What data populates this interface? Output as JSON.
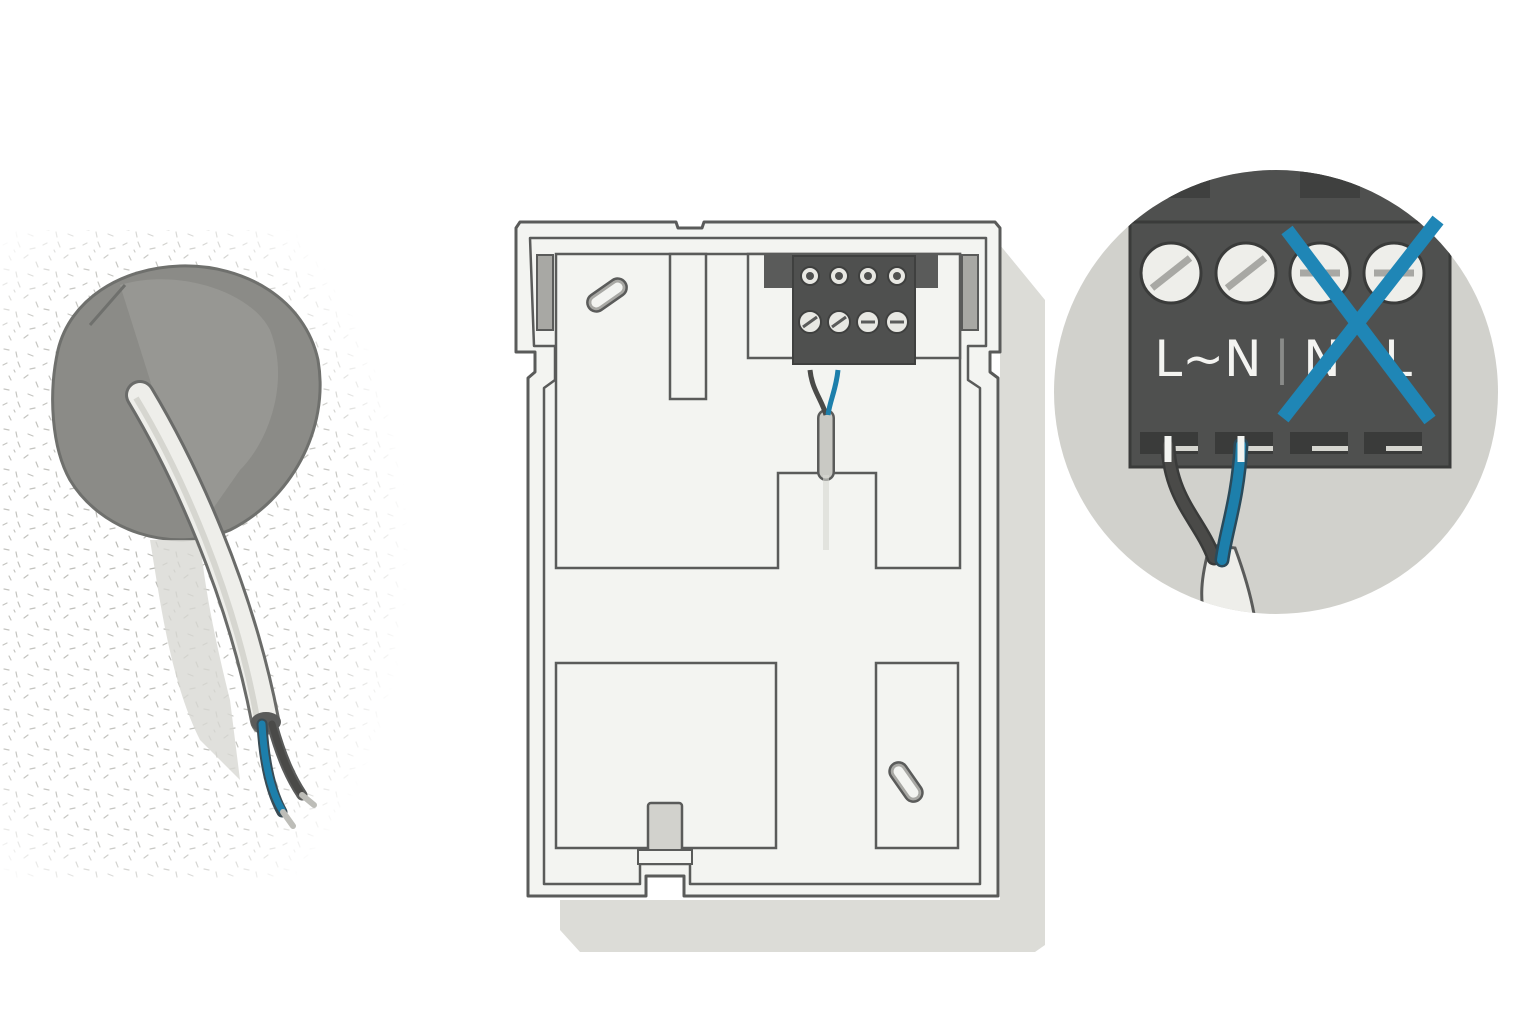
{
  "panels": [
    {
      "id": "wall-cable",
      "description_visible": false
    },
    {
      "id": "mounting-plate",
      "description_visible": false
    },
    {
      "id": "terminal-zoom",
      "description_visible": false
    }
  ],
  "terminal_zoom": {
    "labels": {
      "left": "L~N",
      "divider": "|",
      "right_n": "N",
      "right_l": "L"
    },
    "terminals_used": 2,
    "terminals_total": 4
  },
  "colors": {
    "outline": "#5a5b5a",
    "plate_fill": "#f3f4f1",
    "plate_shadow": "#dcdcd7",
    "wall_hole": "#8b8b87",
    "terminal_block": "#4f504f",
    "wire_blue": "#1d7fab",
    "wire_black": "#4a4a48",
    "cross_blue": "#1f86b6",
    "zoom_bg": "#d1d1cc"
  },
  "icons": [
    "screw-icon",
    "cross-out-icon",
    "wire-icon"
  ]
}
